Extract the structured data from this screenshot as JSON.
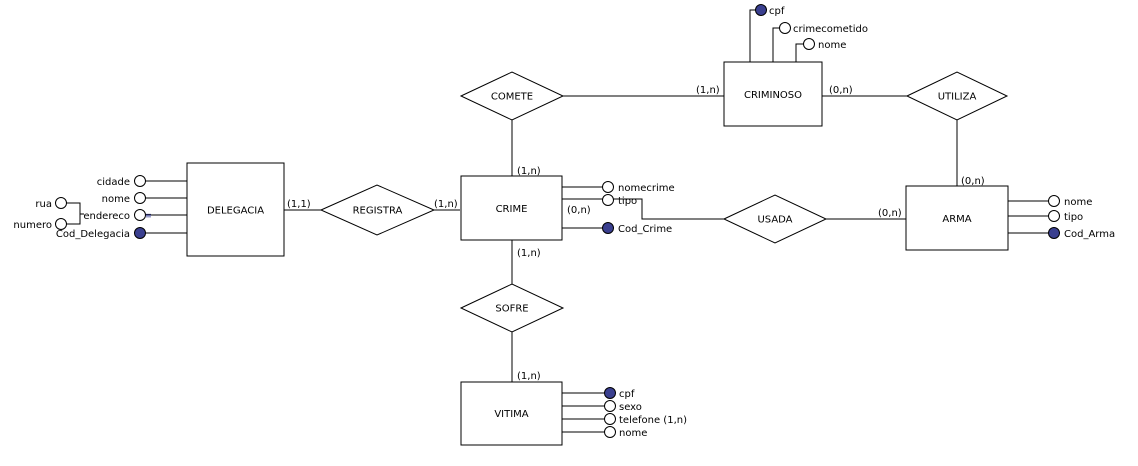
{
  "entities": {
    "delegacia": "DELEGACIA",
    "crime": "CRIME",
    "criminoso": "CRIMINOSO",
    "arma": "ARMA",
    "vitima": "VITIMA"
  },
  "relationships": {
    "registra": "REGISTRA",
    "comete": "COMETE",
    "usada": "USADA",
    "utiliza": "UTILIZA",
    "sofre": "SOFRE"
  },
  "cardinalities": {
    "delegacia_registra": "(1,1)",
    "crime_registra": "(1,n)",
    "crime_comete": "(1,n)",
    "criminoso_comete": "(1,n)",
    "criminoso_utiliza": "(0,n)",
    "arma_utiliza": "(0,n)",
    "crime_usada": "(0,n)",
    "arma_usada": "(0,n)",
    "crime_sofre": "(1,n)",
    "vitima_sofre": "(1,n)"
  },
  "attributes": {
    "delegacia": {
      "cidade": "cidade",
      "nome": "nome",
      "endereco": "endereco",
      "cod": "Cod_Delegacia",
      "rua": "rua",
      "numero": "numero"
    },
    "crime": {
      "nomecrime": "nomecrime",
      "tipo": "tipo",
      "cod": "Cod_Crime"
    },
    "criminoso": {
      "cpf": "cpf",
      "crimecometido": "crimecometido",
      "nome": "nome"
    },
    "arma": {
      "nome": "nome",
      "tipo": "tipo",
      "cod": "Cod_Arma"
    },
    "vitima": {
      "cpf": "cpf",
      "sexo": "sexo",
      "telefone": "telefone (1,n)",
      "nome": "nome"
    }
  },
  "colors": {
    "key_attribute_fill": "#3a3f8f",
    "line": "#000000",
    "background": "#ffffff"
  }
}
